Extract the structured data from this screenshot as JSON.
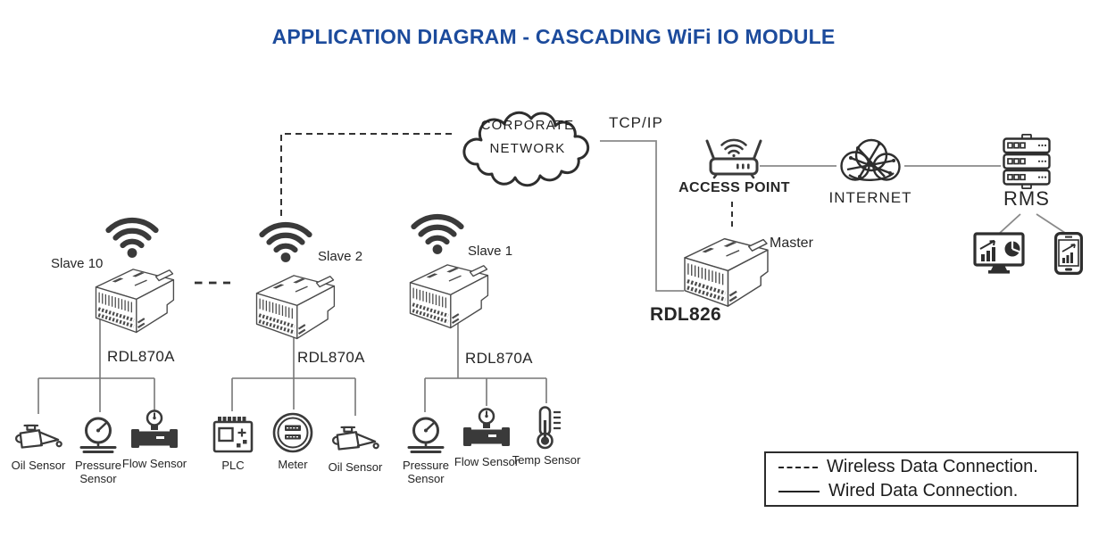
{
  "title": "APPLICATION DIAGRAM - CASCADING WiFi IO MODULE",
  "colors": {
    "title_blue": "#1c4b9c",
    "line_dark": "#333333",
    "wire_gray": "#8a8a8a"
  },
  "cloud": {
    "line1": "CORPORATE",
    "line2": "NETWORK"
  },
  "tcp_ip": "TCP/IP",
  "access_point": {
    "label": "ACCESS POINT"
  },
  "internet": {
    "label": "INTERNET"
  },
  "rms": {
    "label": "RMS"
  },
  "master": {
    "role": "Master",
    "model": "RDL826"
  },
  "slaves": [
    {
      "name": "Slave 10",
      "model": "RDL870A"
    },
    {
      "name": "Slave 2",
      "model": "RDL870A"
    },
    {
      "name": "Slave 1",
      "model": "RDL870A"
    }
  ],
  "sensor_groups": [
    {
      "sensors": [
        {
          "label": "Oil Sensor"
        },
        {
          "label": "Pressure Sensor"
        },
        {
          "label": "Flow Sensor"
        }
      ]
    },
    {
      "sensors": [
        {
          "label": "PLC"
        },
        {
          "label": "Meter"
        },
        {
          "label": "Oil Sensor"
        }
      ]
    },
    {
      "sensors": [
        {
          "label": "Pressure Sensor"
        },
        {
          "label": "Flow Sensor"
        },
        {
          "label": "Temp Sensor"
        }
      ]
    }
  ],
  "legend": {
    "wireless": "Wireless Data Connection.",
    "wired": "Wired Data Connection."
  }
}
